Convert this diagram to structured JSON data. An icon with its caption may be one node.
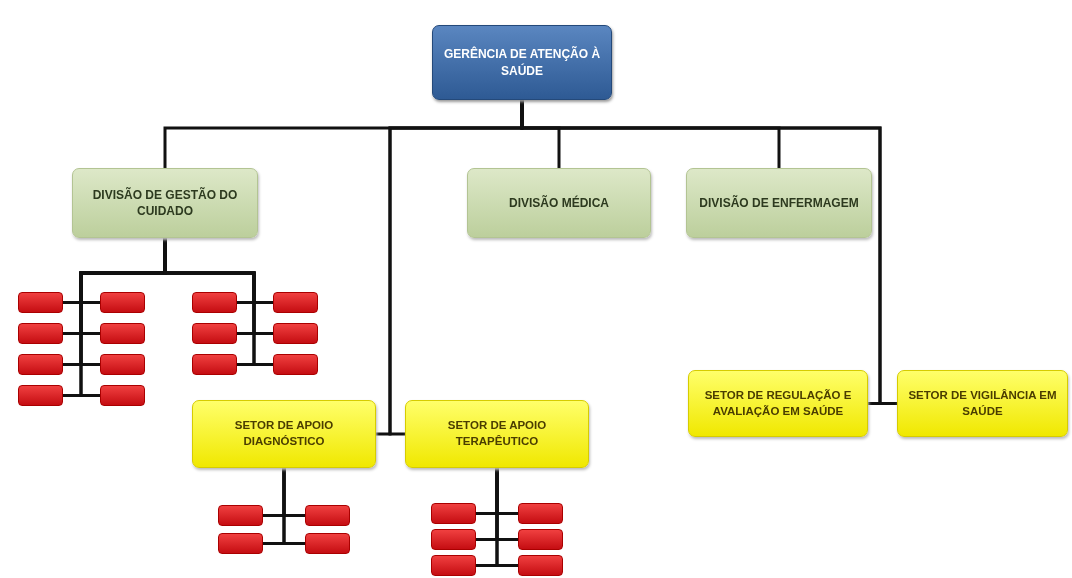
{
  "diagram": {
    "nodes": [
      {
        "text": [
          "GERÊNCIA DE ATENÇÃO À SAÚDE"
        ]
      },
      {
        "text": [
          "DIVISÃO DE GESTÃO DO CUIDADO"
        ]
      },
      {
        "text": [
          "DIVISÃO MÉDICA"
        ]
      },
      {
        "text": [
          "DIVISÃO DE ENFERMAGEM"
        ]
      },
      {
        "text": [
          "SETOR DE APOIO DIAGNÓSTICO"
        ]
      },
      {
        "text": [
          "SETOR DE APOIO TERAPÊUTICO"
        ]
      },
      {
        "text": [
          "SETOR DE REGULAÇÃO E AVALIAÇÃO EM SAÚDE"
        ]
      },
      {
        "text": [
          "SETOR DE VIGILÂNCIA EM SAÚDE"
        ]
      },
      {
        "text": [],
        "shape": "box"
      },
      {
        "text": [],
        "shape": "box"
      },
      {
        "text": [],
        "shape": "box"
      },
      {
        "text": [],
        "shape": "box"
      },
      {
        "text": [],
        "shape": "box"
      },
      {
        "text": [],
        "shape": "box"
      },
      {
        "text": [],
        "shape": "box"
      },
      {
        "text": [],
        "shape": "box"
      },
      {
        "text": [],
        "shape": "box"
      },
      {
        "text": [],
        "shape": "box"
      },
      {
        "text": [],
        "shape": "box"
      },
      {
        "text": [],
        "shape": "box"
      },
      {
        "text": [],
        "shape": "box"
      },
      {
        "text": [],
        "shape": "box"
      },
      {
        "text": [],
        "shape": "box"
      },
      {
        "text": [],
        "shape": "box"
      },
      {
        "text": [],
        "shape": "box"
      },
      {
        "text": [],
        "shape": "box"
      },
      {
        "text": [],
        "shape": "box"
      },
      {
        "text": [],
        "shape": "box"
      },
      {
        "text": [],
        "shape": "box"
      },
      {
        "text": [],
        "shape": "box"
      },
      {
        "text": [],
        "shape": "box"
      },
      {
        "text": [],
        "shape": "box"
      }
    ],
    "edges": [
      {
        "from": 0,
        "to": 1,
        "arrow": "none"
      },
      {
        "from": 0,
        "to": 2,
        "arrow": "none"
      },
      {
        "from": 0,
        "to": 3,
        "arrow": "none"
      },
      {
        "from": 0,
        "to": 4,
        "arrow": "none"
      },
      {
        "from": 0,
        "to": 5,
        "arrow": "none"
      },
      {
        "from": 0,
        "to": 6,
        "arrow": "none"
      },
      {
        "from": 0,
        "to": 7,
        "arrow": "none"
      },
      {
        "from": 1,
        "to": 8,
        "arrow": "none"
      },
      {
        "from": 1,
        "to": 9,
        "arrow": "none"
      },
      {
        "from": 1,
        "to": 10,
        "arrow": "none"
      },
      {
        "from": 1,
        "to": 11,
        "arrow": "none"
      },
      {
        "from": 1,
        "to": 12,
        "arrow": "none"
      },
      {
        "from": 1,
        "to": 13,
        "arrow": "none"
      },
      {
        "from": 1,
        "to": 14,
        "arrow": "none"
      },
      {
        "from": 1,
        "to": 15,
        "arrow": "none"
      },
      {
        "from": 1,
        "to": 16,
        "arrow": "none"
      },
      {
        "from": 1,
        "to": 17,
        "arrow": "none"
      },
      {
        "from": 1,
        "to": 18,
        "arrow": "none"
      },
      {
        "from": 1,
        "to": 19,
        "arrow": "none"
      },
      {
        "from": 1,
        "to": 20,
        "arrow": "none"
      },
      {
        "from": 1,
        "to": 21,
        "arrow": "none"
      },
      {
        "from": 4,
        "to": 22,
        "arrow": "none"
      },
      {
        "from": 4,
        "to": 23,
        "arrow": "none"
      },
      {
        "from": 4,
        "to": 24,
        "arrow": "none"
      },
      {
        "from": 4,
        "to": 25,
        "arrow": "none"
      },
      {
        "from": 5,
        "to": 26,
        "arrow": "none"
      },
      {
        "from": 5,
        "to": 27,
        "arrow": "none"
      },
      {
        "from": 5,
        "to": 28,
        "arrow": "none"
      },
      {
        "from": 5,
        "to": 29,
        "arrow": "none"
      },
      {
        "from": 5,
        "to": 30,
        "arrow": "none"
      },
      {
        "from": 5,
        "to": 31,
        "arrow": "none"
      }
    ]
  }
}
